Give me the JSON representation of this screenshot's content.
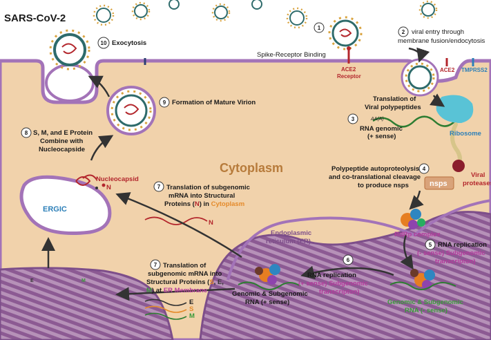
{
  "title": "SARS-CoV-2",
  "cytoplasm_label": "Cytoplasm",
  "steps": {
    "s1": {
      "num": "1",
      "label": "Spike-Receptor Binding"
    },
    "s2": {
      "num": "2",
      "line1": "viral entry  through",
      "line2": "membrane fusion/endocytosis"
    },
    "s3": {
      "num": "3",
      "head1": "Translation of",
      "head2": "Viral polypeptides",
      "line1": "RNA genomic",
      "line2": "(+ sense)"
    },
    "s4": {
      "num": "4",
      "line1": "Polypeptide autoproteolysis",
      "line2": "and co-translational cleavage",
      "line3": "to produce nsps"
    },
    "s5": {
      "num": "5",
      "line1": "RNA replication",
      "line2": "(- sense) Subgenomic",
      "line3": "transcripton)"
    },
    "s6": {
      "num": "6",
      "line1": "RNA replication",
      "line2": "(+ sense) Subgenomic",
      "line3": "transcripton)"
    },
    "s7a": {
      "num": "7",
      "line1": "Translation of subgenomic",
      "line2": "mRNA into Structural",
      "line3a": "Proteins (",
      "line3n": "N",
      "line3b": ") in ",
      "line3c": "Cytoplasm"
    },
    "s7b": {
      "num": "7",
      "line1": "Translation of",
      "line2": "subgenomic mRNA into",
      "line3a": "Structural Proteins (",
      "S": "S",
      "comma1": ", ",
      "E": "E",
      "comma2": ",",
      "M": "M",
      "line4b": ") at ",
      "line4c": "ER Membrane"
    },
    "s8": {
      "num": "8",
      "line1": "S, M, and E Protein",
      "line2": "Combine with",
      "line3": "Nucleocapside"
    },
    "s9": {
      "num": "9",
      "label": "Formation of Mature Virion"
    },
    "s10": {
      "num": "10",
      "label": "Exocytosis"
    }
  },
  "labels": {
    "ace2_receptor_1": "ACE2",
    "ace2_receptor_2": "Receptor",
    "ace2": "ACE2",
    "tmprss2": "TMPRSS2",
    "aa": "AA(A)",
    "ribosome": "Ribosome",
    "nsps": "nsps",
    "viral_proteases_1": "Viral",
    "viral_proteases_2": "proteases",
    "rdrp": "RdRp complex",
    "nucleocapsid": "Nucleocapsid",
    "n_marker": "N",
    "ergic": "ERGIC",
    "er_1": "Endoplasmic",
    "er_2": "reticulum (ER)",
    "genomic_minus_1": "Genomic & Subgenomic",
    "genomic_minus_2": "RNA (- sense)",
    "genomic_plus_1": "Genomic & Subgenomic",
    "genomic_plus_2": "RNA (+ sense)",
    "legend_e": "E",
    "legend_s": "S",
    "legend_m": "M",
    "strand_n": "N",
    "m_marker": "M",
    "e_marker": "E"
  },
  "colors": {
    "cytoplasm": "#f1d2ab",
    "membrane": "#a373b8",
    "ergic_fill": "#ffffff",
    "er": "#7d4e8a",
    "text_red": "#b3262c",
    "text_orange": "#e48a2a",
    "text_green": "#3a9b3a",
    "text_magenta": "#b43a9c",
    "text_blue": "#2c7fb8"
  }
}
